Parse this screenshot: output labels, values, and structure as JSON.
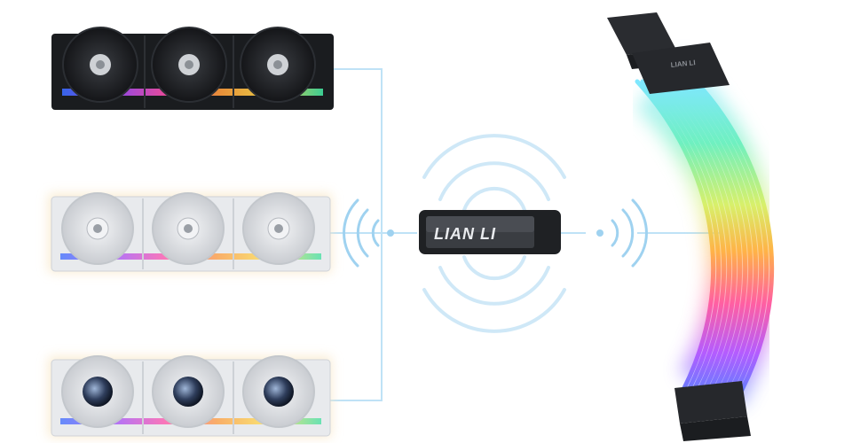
{
  "dongle": {
    "brand_text": "LIAN LI"
  },
  "cable": {
    "brand_text": "LIAN LI"
  },
  "colors": {
    "connection_line": "#bfe2f6",
    "wifi_wave": "#9fd2f0",
    "black_fan_frame": "#1a1c1f",
    "white_fan_frame": "#e8eaed",
    "dongle_body": "#1f2124"
  },
  "fan_groups": [
    {
      "variant": "black",
      "fan_count": 3,
      "hub": "logo"
    },
    {
      "variant": "white",
      "fan_count": 3,
      "hub": "logo"
    },
    {
      "variant": "white",
      "fan_count": 3,
      "hub": "transparent"
    }
  ],
  "icons": [
    "wifi-waves-left-icon",
    "wifi-waves-right-icon",
    "wifi-waves-top-icon",
    "wifi-waves-bottom-icon"
  ]
}
